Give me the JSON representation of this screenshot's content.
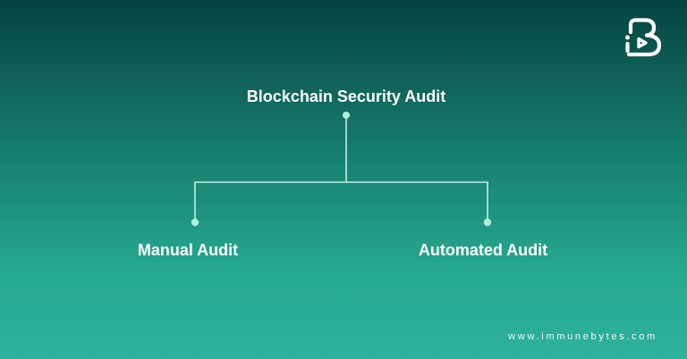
{
  "diagram": {
    "root": {
      "label": "Blockchain Security Audit"
    },
    "children": [
      {
        "label": "Manual Audit"
      },
      {
        "label": "Automated Audit"
      }
    ]
  },
  "branding": {
    "logo": "immunebytes-ib-logo",
    "website": "www.immunebytes.com"
  },
  "colors": {
    "background_top": "#054340",
    "background_bottom": "#2db29c",
    "connector": "#c7ece4",
    "dot": "#b2eede",
    "text": "#ffffff",
    "logo": "#ffffff"
  }
}
